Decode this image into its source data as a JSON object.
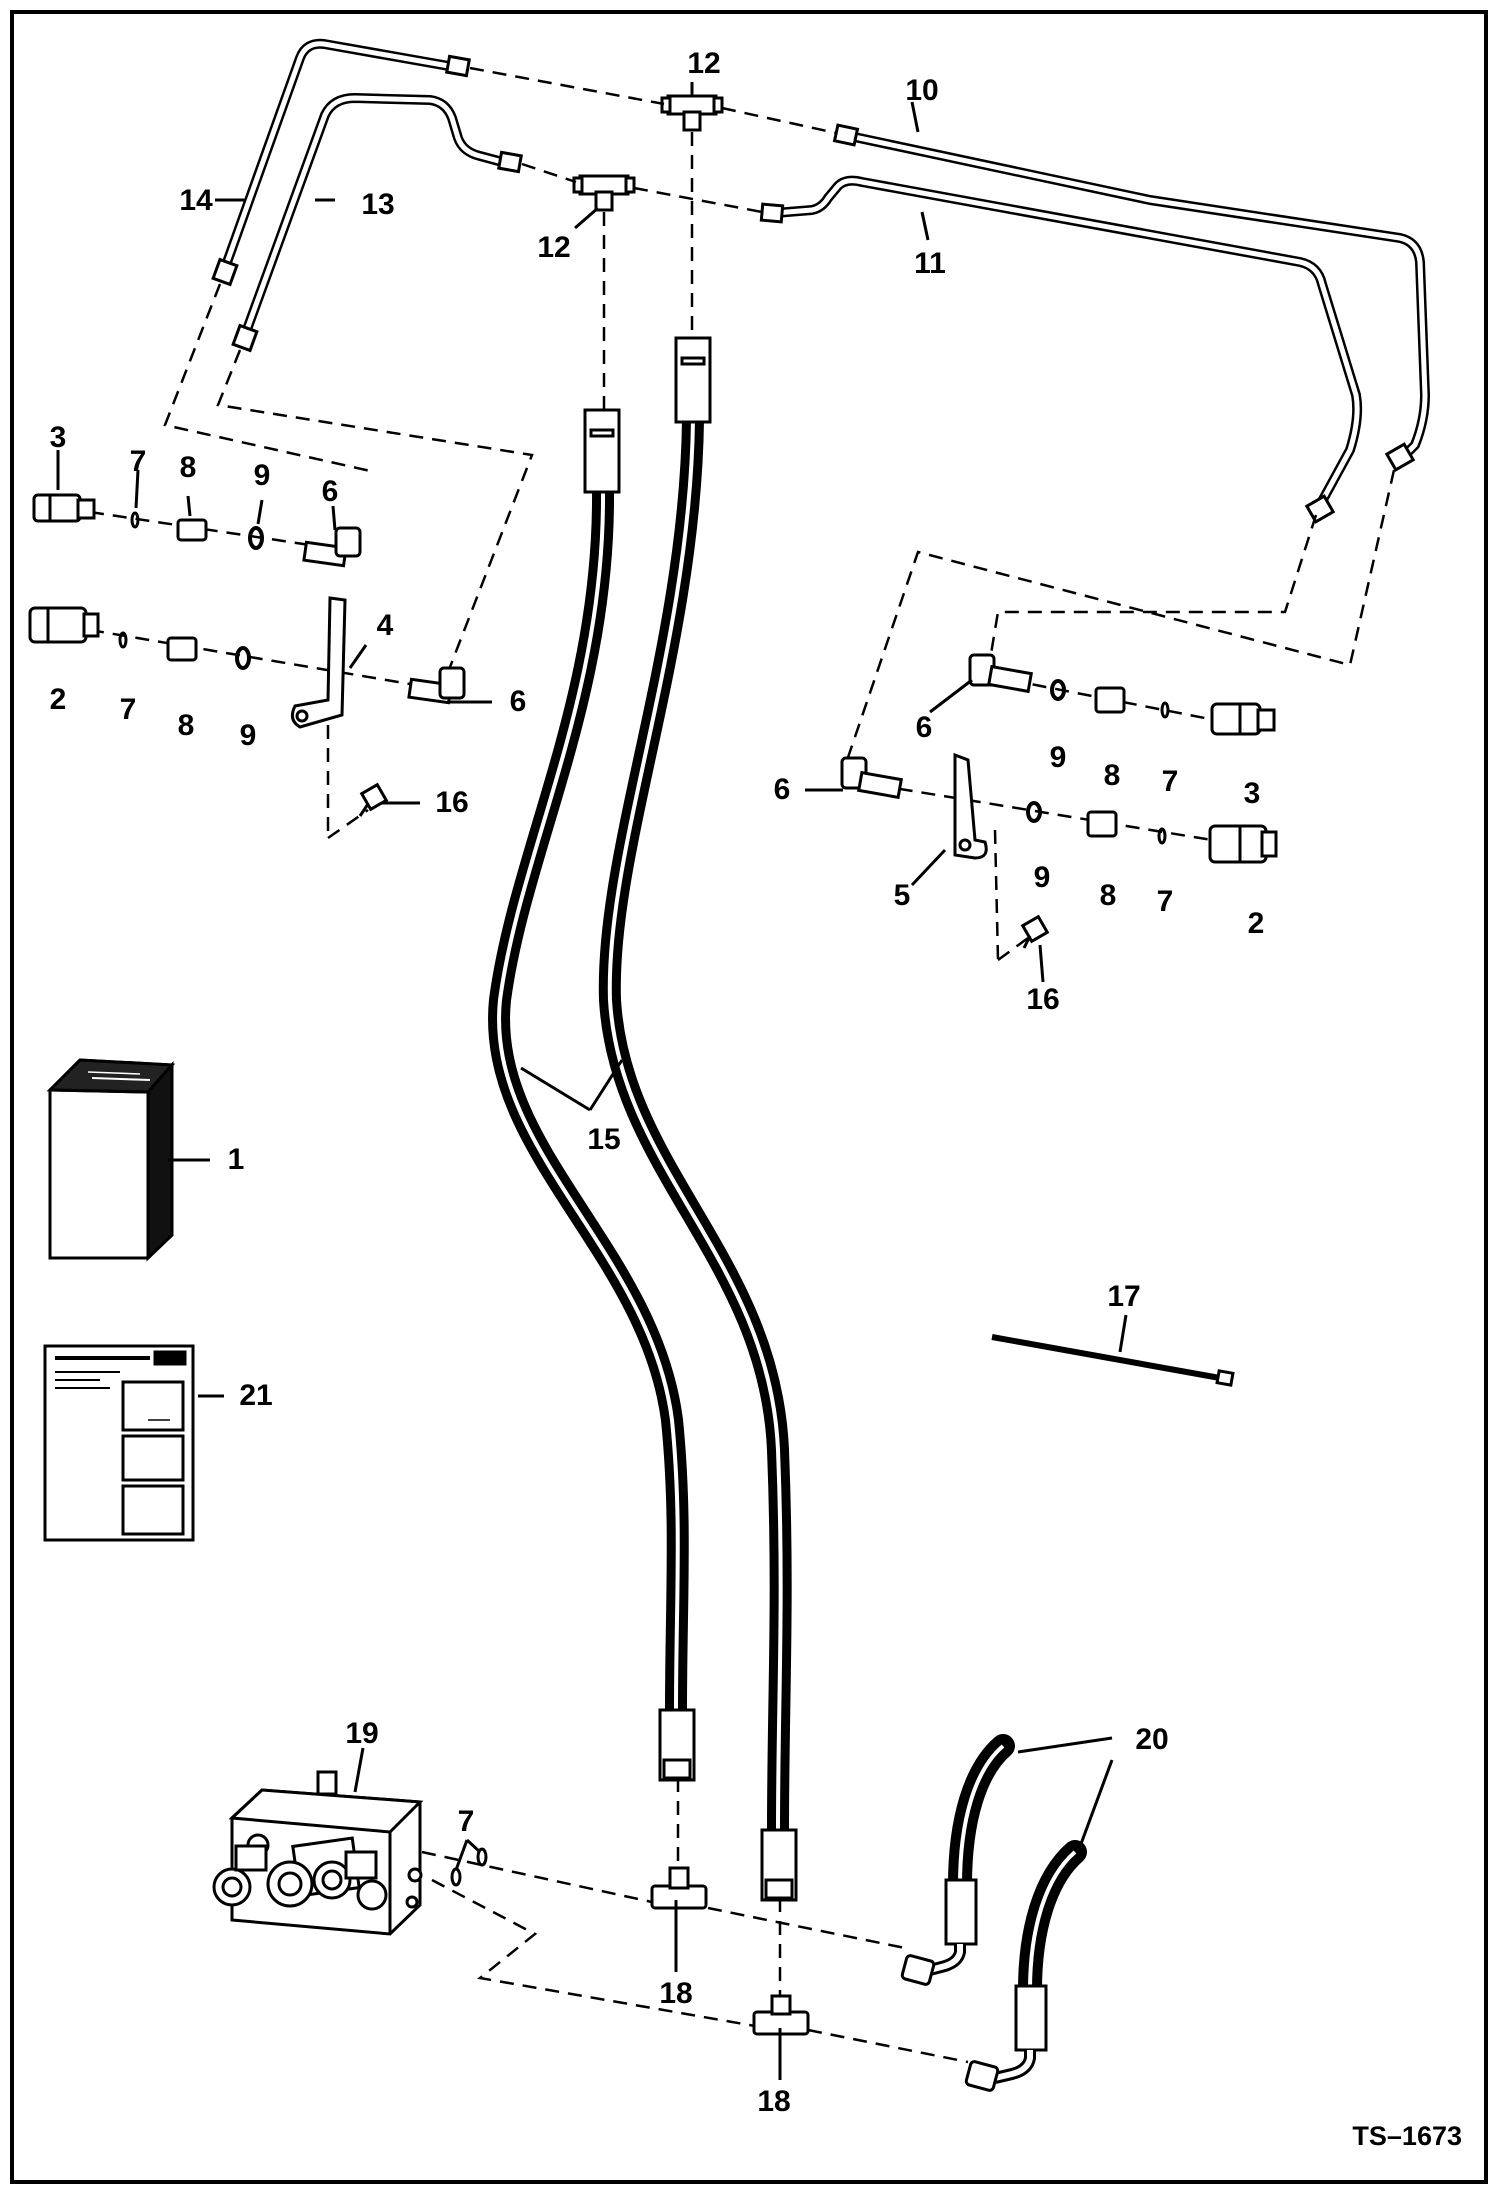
{
  "figure_code": "TS–1673",
  "callouts": [
    {
      "id": "lbl-12a",
      "text": "12"
    },
    {
      "id": "lbl-10",
      "text": "10"
    },
    {
      "id": "lbl-14",
      "text": "14"
    },
    {
      "id": "lbl-13",
      "text": "13"
    },
    {
      "id": "lbl-12b",
      "text": "12"
    },
    {
      "id": "lbl-11",
      "text": "11"
    },
    {
      "id": "lbl-3a",
      "text": "3"
    },
    {
      "id": "lbl-7a",
      "text": "7"
    },
    {
      "id": "lbl-8a",
      "text": "8"
    },
    {
      "id": "lbl-9a",
      "text": "9"
    },
    {
      "id": "lbl-6a",
      "text": "6"
    },
    {
      "id": "lbl-4",
      "text": "4"
    },
    {
      "id": "lbl-2a",
      "text": "2"
    },
    {
      "id": "lbl-7b",
      "text": "7"
    },
    {
      "id": "lbl-8b",
      "text": "8"
    },
    {
      "id": "lbl-9b",
      "text": "9"
    },
    {
      "id": "lbl-6b",
      "text": "6"
    },
    {
      "id": "lbl-16a",
      "text": "16"
    },
    {
      "id": "lbl-6c",
      "text": "6"
    },
    {
      "id": "lbl-9c",
      "text": "9"
    },
    {
      "id": "lbl-8c",
      "text": "8"
    },
    {
      "id": "lbl-7c",
      "text": "7"
    },
    {
      "id": "lbl-3b",
      "text": "3"
    },
    {
      "id": "lbl-6d",
      "text": "6"
    },
    {
      "id": "lbl-5",
      "text": "5"
    },
    {
      "id": "lbl-9d",
      "text": "9"
    },
    {
      "id": "lbl-8d",
      "text": "8"
    },
    {
      "id": "lbl-7d",
      "text": "7"
    },
    {
      "id": "lbl-2b",
      "text": "2"
    },
    {
      "id": "lbl-16b",
      "text": "16"
    },
    {
      "id": "lbl-15",
      "text": "15"
    },
    {
      "id": "lbl-1",
      "text": "1"
    },
    {
      "id": "lbl-17",
      "text": "17"
    },
    {
      "id": "lbl-21",
      "text": "21"
    },
    {
      "id": "lbl-19",
      "text": "19"
    },
    {
      "id": "lbl-7e",
      "text": "7"
    },
    {
      "id": "lbl-20",
      "text": "20"
    },
    {
      "id": "lbl-18a",
      "text": "18"
    },
    {
      "id": "lbl-18b",
      "text": "18"
    }
  ]
}
